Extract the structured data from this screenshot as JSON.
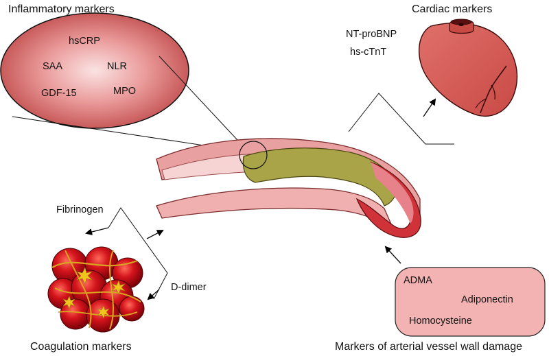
{
  "inflammatory": {
    "title": "Inflammatory markers",
    "items": [
      "hsCRP",
      "SAA",
      "NLR",
      "GDF-15",
      "MPO"
    ]
  },
  "cardiac": {
    "title": "Cardiac markers",
    "items": [
      "NT-proBNP",
      "hs-cTnT"
    ]
  },
  "coagulation": {
    "title": "Coagulation markers",
    "items": [
      "Fibrinogen",
      "D-dimer"
    ]
  },
  "vessel_wall": {
    "title": "Markers of arterial vessel wall damage",
    "items": [
      "ADMA",
      "Adiponectin",
      "Homocysteine"
    ]
  },
  "colors": {
    "vessel_wall": "#e8a0a0",
    "vessel_lumen": "#f6d4d4",
    "plaque": "#a9a447",
    "heart": "#d65a54",
    "blood_cell": "#c8101a",
    "fibrin": "#d9a520",
    "box_fill": "#f4b3b3"
  }
}
